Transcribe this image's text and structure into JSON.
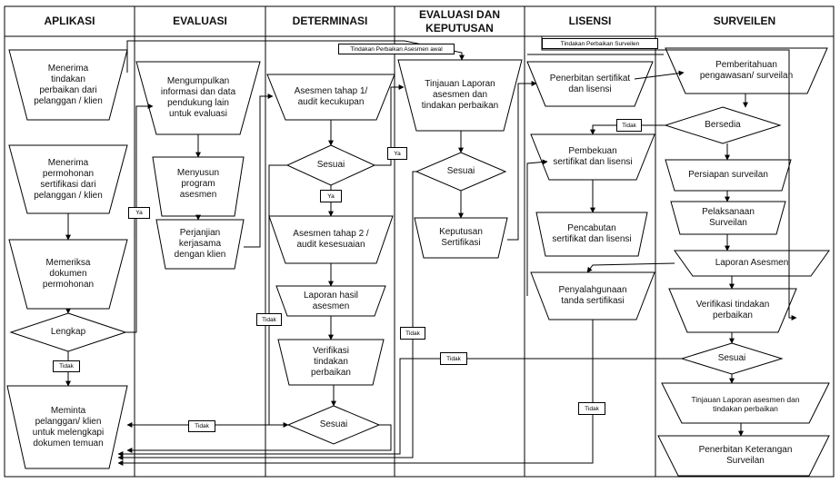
{
  "columns": [
    "APLIKASI",
    "EVALUASI",
    "DETERMINASI",
    "EVALUASI DAN KEPUTUSAN",
    "LISENSI",
    "SURVEILEN"
  ],
  "nodes": {
    "app_menerima_tindakan": "Menerima tindakan perbaikan dari pelanggan / klien",
    "app_menerima_permohonan": "Menerima permohonan sertifikasi dari pelanggan / klien",
    "app_memeriksa": "Memeriksa dokumen permohonan",
    "app_lengkap": "Lengkap",
    "app_meminta": "Meminta pelanggan/ klien untuk melengkapi dokumen temuan",
    "eva_mengumpulkan": "Mengumpulkan informasi dan data pendukung lain untuk evaluasi",
    "eva_menyusun": "Menyusun program asesmen",
    "eva_perjanjian": "Perjanjian kerjasama dengan klien",
    "det_asesmen1": "Asesmen tahap 1/ audit kecukupan",
    "det_sesuai1": "Sesuai",
    "det_asesmen2": "Asesmen tahap 2 / audit kesesuaian",
    "det_laporan": "Laporan hasil asesmen",
    "det_verifikasi": "Verifikasi tindakan perbaikan",
    "det_sesuai2": "Sesuai",
    "ek_tinjauan": "Tinjauan Laporan asesmen dan tindakan perbaikan",
    "ek_sesuai": "Sesuai",
    "ek_keputusan": "Keputusan Sertifikasi",
    "lis_penerbitan": "Penerbitan sertifikat dan lisensi",
    "lis_pembekuan": "Pembekuan sertifikat dan lisensi",
    "lis_pencabutan": "Pencabutan sertifikat dan lisensi",
    "lis_penyalahgunaan": "Penyalahgunaan tanda sertifikasi",
    "sur_pemberitahuan": "Pemberitahuan pengawasan/ surveilan",
    "sur_bersedia": "Bersedia",
    "sur_persiapan": "Persiapan surveilan",
    "sur_pelaksanaan": "Pelaksanaan Surveilan",
    "sur_laporan": "Laporan Asesmen",
    "sur_verifikasi": "Verifikasi tindakan perbaikan",
    "sur_sesuai": "Sesuai",
    "sur_tinjauan": "Tinjauan Laporan asesmen dan tindakan perbaikan",
    "sur_penerbitan": "Penerbitan Keterangan Surveilan"
  },
  "labels": {
    "tindakan_awal": "Tindakan Perbaikan Asesmen awal",
    "tindakan_surveilen": "Tindakan Perbaikan Surveilen",
    "ya_app": "Ya",
    "ya_det": "Ya",
    "ya_ek": "Ya",
    "tidak_app": "Tidak",
    "tidak_det1": "Tidak",
    "tidak_det2": "Tidak",
    "tidak_ek": "Tidak",
    "tidak_sur_sesuai": "Tidak",
    "tidak_lis": "Tidak",
    "tidak_bersedia": "Tidak"
  }
}
